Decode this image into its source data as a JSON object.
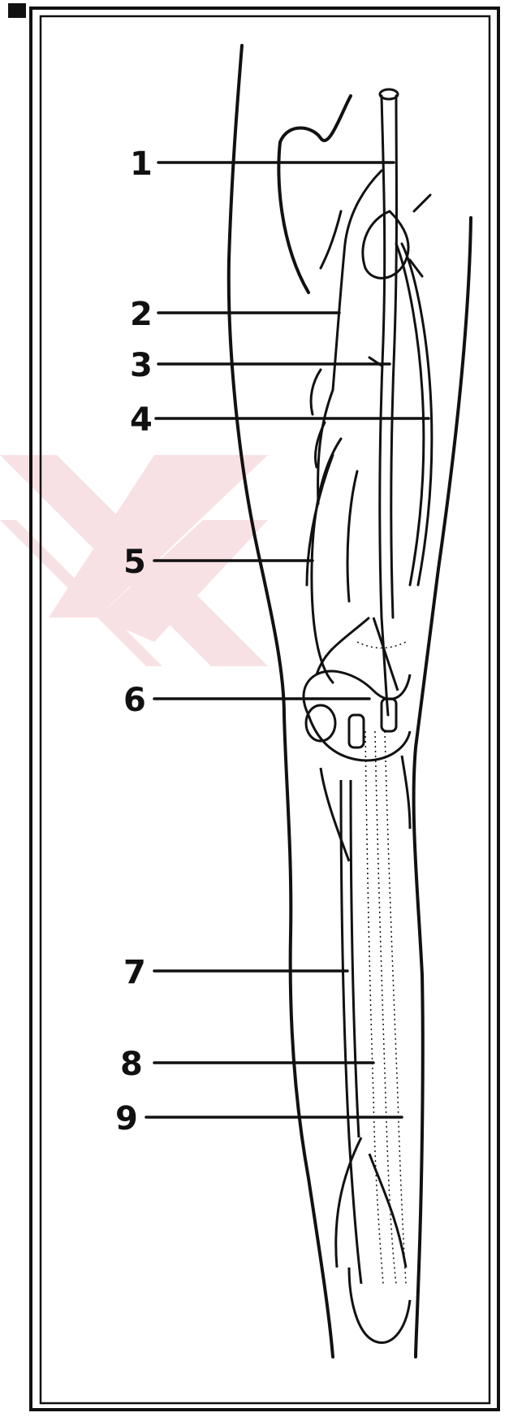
{
  "figure": {
    "labels": [
      {
        "id": "1",
        "text": "1"
      },
      {
        "id": "2",
        "text": "2"
      },
      {
        "id": "3",
        "text": "3"
      },
      {
        "id": "4",
        "text": "4"
      },
      {
        "id": "5",
        "text": "5"
      },
      {
        "id": "6",
        "text": "6"
      },
      {
        "id": "7",
        "text": "7"
      },
      {
        "id": "8",
        "text": "8"
      },
      {
        "id": "9",
        "text": "9"
      }
    ],
    "colors": {
      "ink": "#111111",
      "watermark": "#f6d8dc",
      "background": "#ffffff"
    }
  }
}
